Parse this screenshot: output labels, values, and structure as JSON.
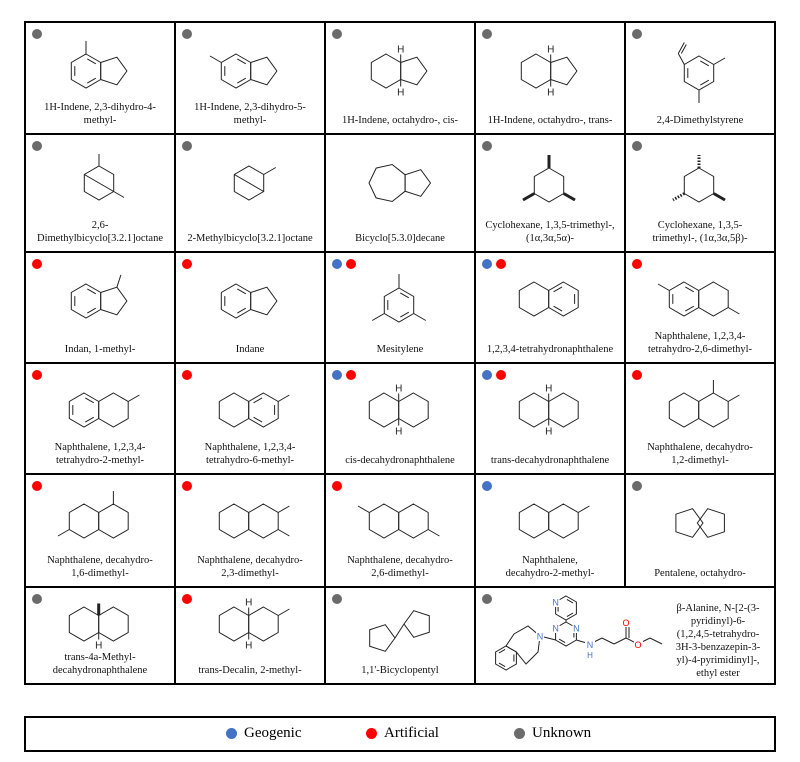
{
  "colors": {
    "blue": "#4472C4",
    "red": "#FF0000",
    "gray": "#6B6B6B"
  },
  "atoms": {
    "H": "H",
    "N": "N",
    "O": "O"
  },
  "cells": [
    {
      "label": "1H-Indene, 2,3-dihydro-4-methyl-",
      "sources": [
        "gray"
      ]
    },
    {
      "label": "1H-Indene, 2,3-dihydro-5-methyl-",
      "sources": [
        "gray"
      ]
    },
    {
      "label": "1H-Indene, octahydro-, cis-",
      "sources": [
        "gray"
      ]
    },
    {
      "label": "1H-Indene, octahydro-, trans-",
      "sources": [
        "gray"
      ]
    },
    {
      "label": "2,4-Dimethylstyrene",
      "sources": [
        "gray"
      ]
    },
    {
      "label": "2,6-Dimethylbicyclo[3.2.1]octane",
      "sources": [
        "gray"
      ]
    },
    {
      "label": "2-Methylbicyclo[3.2.1]octane",
      "sources": [
        "gray"
      ]
    },
    {
      "label": "Bicyclo[5.3.0]decane",
      "sources": []
    },
    {
      "label": "Cyclohexane, 1,3,5-trimethyl-,\n(1α,3α,5α)-",
      "sources": [
        "gray"
      ]
    },
    {
      "label": "Cyclohexane, 1,3,5-\ntrimethyl-, (1α,3α,5β)-",
      "sources": [
        "gray"
      ]
    },
    {
      "label": "Indan, 1-methyl-",
      "sources": [
        "red"
      ]
    },
    {
      "label": "Indane",
      "sources": [
        "red"
      ]
    },
    {
      "label": "Mesitylene",
      "sources": [
        "blue",
        "red"
      ]
    },
    {
      "label": "1,2,3,4-tetrahydronaphthalene",
      "sources": [
        "blue",
        "red"
      ]
    },
    {
      "label": "Naphthalene, 1,2,3,4-\ntetrahydro-2,6-dimethyl-",
      "sources": [
        "red"
      ]
    },
    {
      "label": "Naphthalene, 1,2,3,4-\ntetrahydro-2-methyl-",
      "sources": [
        "red"
      ]
    },
    {
      "label": "Naphthalene, 1,2,3,4-\ntetrahydro-6-methyl-",
      "sources": [
        "red"
      ]
    },
    {
      "label": "cis-decahydronaphthalene",
      "sources": [
        "blue",
        "red"
      ]
    },
    {
      "label": "trans-decahydronaphthalene",
      "sources": [
        "blue",
        "red"
      ]
    },
    {
      "label": "Naphthalene, decahydro-\n1,2-dimethyl-",
      "sources": [
        "red"
      ]
    },
    {
      "label": "Naphthalene, decahydro-\n1,6-dimethyl-",
      "sources": [
        "red"
      ]
    },
    {
      "label": "Naphthalene, decahydro-\n2,3-dimethyl-",
      "sources": [
        "red"
      ]
    },
    {
      "label": "Naphthalene, decahydro-\n2,6-dimethyl-",
      "sources": [
        "red"
      ]
    },
    {
      "label": "Naphthalene,\ndecahydro-2-methyl-",
      "sources": [
        "blue"
      ]
    },
    {
      "label": "Pentalene, octahydro-",
      "sources": [
        "gray"
      ]
    },
    {
      "label": "trans-4a-Methyl-\ndecahydronaphthalene",
      "sources": [
        "gray"
      ]
    },
    {
      "label": "trans-Decalin, 2-methyl-",
      "sources": [
        "red"
      ]
    },
    {
      "label": "1,1'-Bicyclopentyl",
      "sources": [
        "gray"
      ]
    },
    {
      "label": "β-Alanine, N-[2-(3-\npyridinyl)-6-\n(1,2,4,5-tetrahydro-\n3H-3-benzazepin-3-\nyl)-4-pyrimidinyl]-,\nethyl ester",
      "sources": [
        "gray"
      ]
    }
  ],
  "legend": [
    {
      "label": "Geogenic",
      "color": "blue"
    },
    {
      "label": "Artificial",
      "color": "red"
    },
    {
      "label": "Unknown",
      "color": "gray"
    }
  ]
}
